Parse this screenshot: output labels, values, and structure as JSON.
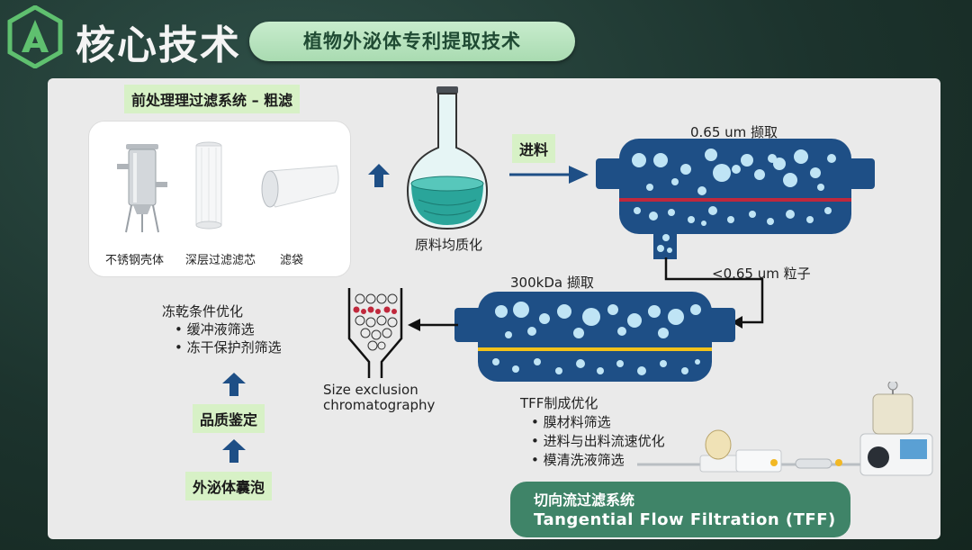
{
  "header": {
    "title": "核心技术",
    "subtitle": "植物外泌体专利提取技术"
  },
  "pretreatment": {
    "label": "前处理理过滤系统 – 粗滤",
    "items": [
      "不锈钢壳体",
      "深层过滤滤芯",
      "滤袋"
    ]
  },
  "flask_label": "原料均质化",
  "feed_label": "进料",
  "capture_065": "0.65 um 撷取",
  "less_065": "<0.65 um 粒子",
  "capture_300": "300kDa 撷取",
  "sec_label": [
    "Size exclusion",
    "chromatography"
  ],
  "lyo": {
    "title": "冻乾条件优化",
    "items": [
      "缓冲液筛选",
      "冻干保护剂筛选"
    ]
  },
  "quality_label": "品质鉴定",
  "vesicle_label": "外泌体囊泡",
  "tff_opt": {
    "title": "TFF制成优化",
    "items": [
      "膜材料筛选",
      "进料与出料流速优化",
      "模清洗液筛选"
    ]
  },
  "tff_pill": {
    "line1": "切向流过滤系统",
    "line2": "Tangential Flow Filtration (TFF)"
  },
  "colors": {
    "tube": "#1e4f86",
    "red_membrane": "#c0283c",
    "yellow_membrane": "#f2c21a",
    "arrow": "#1e4f86",
    "pill_green": "#3f8468"
  }
}
